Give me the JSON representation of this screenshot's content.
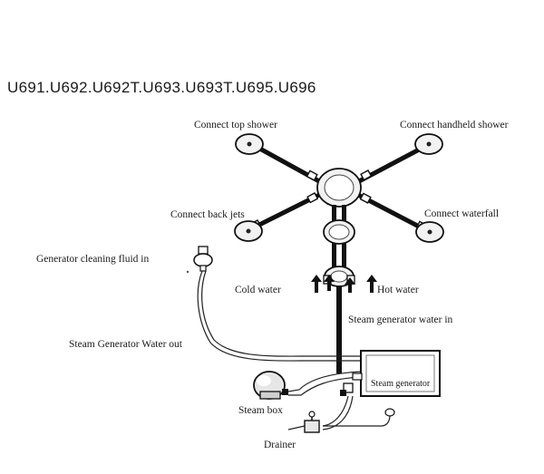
{
  "title": "U691.U692.U692T.U693.U693T.U695.U696",
  "labels": {
    "top_shower": "Connect top shower",
    "handheld_shower": "Connect handheld shower",
    "back_jets": "Connect back jets",
    "waterfall": "Connect waterfall",
    "cleaning_fluid": "Generator cleaning fluid in",
    "cold_water": "Cold water",
    "hot_water": "Hot water",
    "steam_water_in": "Steam generator water in",
    "steam_water_out": "Steam Generator Water out",
    "steam_generator": "Steam generator",
    "steam_box": "Steam box",
    "drainer": "Drainer"
  }
}
